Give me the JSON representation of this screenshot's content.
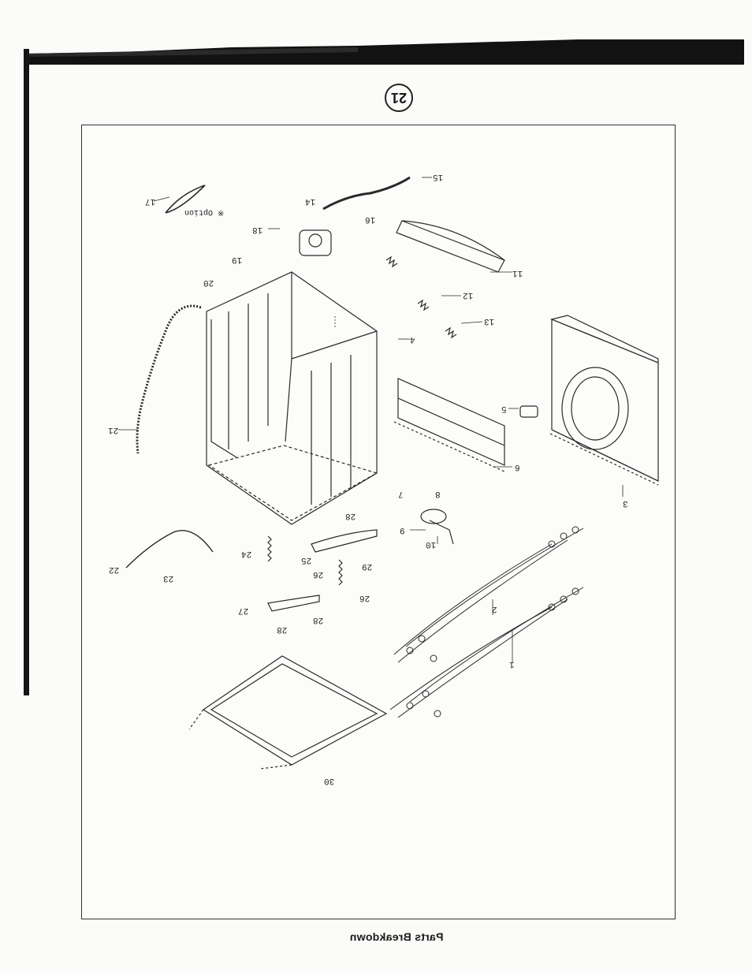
{
  "page_number": "21",
  "caption": "Parts Breakdown",
  "option_note": "※ Option",
  "callouts": {
    "c1": "1",
    "c2": "2",
    "c3": "3",
    "c4": "4",
    "c5": "5",
    "c6": "6",
    "c7": "7",
    "c8": "8",
    "c9": "9",
    "c10": "10",
    "c11": "11",
    "c12": "12",
    "c13": "13",
    "c14": "14",
    "c15": "15",
    "c16": "16",
    "c17": "17",
    "c18": "18",
    "c19": "19",
    "c20": "20",
    "c21": "21",
    "c22": "22",
    "c23": "23",
    "c24": "24",
    "c25": "25",
    "c26": "26",
    "c27": "27",
    "c28": "28",
    "c29": "29",
    "c30": "30"
  }
}
